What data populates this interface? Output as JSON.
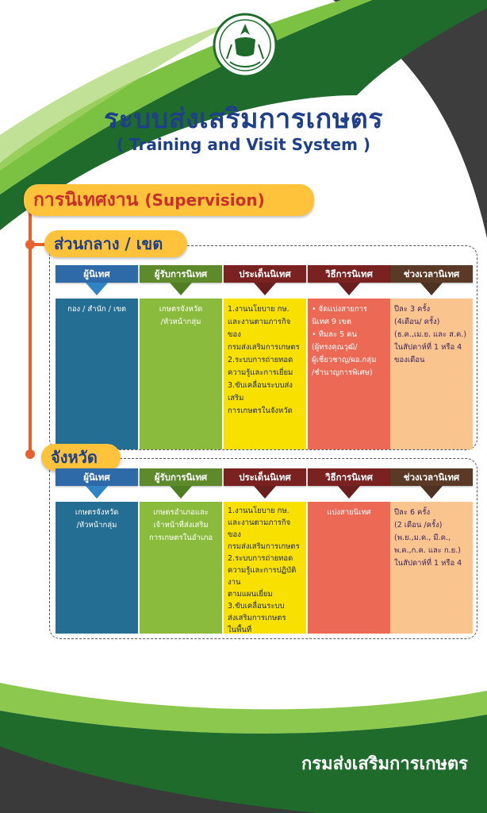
{
  "header": {
    "title_th": "ระบบส่งเสริมการเกษตร",
    "title_en": "( Training and Visit System )"
  },
  "section": {
    "title_th": "การนิเทศงาน",
    "title_en": "(Supervision)"
  },
  "column_headers": [
    "ผู้นิเทศ",
    "ผู้รับการนิเทศ",
    "ประเด็นนิเทศ",
    "วิธีการนิเทศ",
    "ช่วงเวลานิเทศ"
  ],
  "central": {
    "label": "ส่วนกลาง / เขต",
    "supervisor": [
      "กอง / สำนัก / เขต"
    ],
    "supervisee": [
      "เกษตรจังหวัด",
      "/หัวหน้ากลุ่ม"
    ],
    "topics": [
      "1.งานนโยบาย กษ.",
      "และงานตามภารกิจของ",
      "กรมส่งเสริมการเกษตร",
      "2.ระบบการถ่ายทอด",
      "ความรู้และการเยี่ยม",
      "3.ขับเคลื่อนระบบส่งเสริม",
      "การเกษตรในจังหวัด"
    ],
    "methods": [
      "• จัดแบ่งสายการ",
      "นิเทศ 9 เขต",
      "• ทีมละ 5 คน",
      "(ผู้ทรงคุณวุฒิ/",
      "ผู้เชี่ยวชาญ/ผอ.กลุ่ม",
      "/ชำนาญการพิเศษ)"
    ],
    "period": [
      "ปีละ 3 ครั้ง",
      "(4เดือน/ ครั้ง)",
      "(ธ.ค.,เม.ย. และ ส.ค.)",
      "ในสัปดาห์ที่ 1 หรือ 4",
      "ของเดือน"
    ]
  },
  "province": {
    "label": "จังหวัด",
    "supervisor": [
      "เกษตรจังหวัด",
      "/หัวหน้ากลุ่ม"
    ],
    "supervisee": [
      "เกษตรอำเภอและ",
      "เจ้าหน้าที่ส่งเสริม",
      "การเกษตรในอำเภอ"
    ],
    "topics": [
      "1.งานนโยบาย กษ.",
      "และงานตามภารกิจของ",
      "กรมส่งเสริมการเกษตร",
      "2.ระบบการถ่ายทอด",
      "ความรู้และการปฏิบัติงาน",
      "ตามแผนเยี่ยม",
      "3.ขับเคลื่อนระบบ",
      "ส่งเสริมการเกษตร",
      "ในพื้นที่"
    ],
    "methods": [
      "แบ่งสายนิเทศ"
    ],
    "period": [
      "ปีละ 6 ครั้ง",
      "(2 เดือน /ครั้ง)",
      "(พ.ย.,ม.ค., มี.ค.,",
      "พ.ค.,ก.ค. และ ก.ย.)",
      "ในสัปดาห์ที่ 1 หรือ 4"
    ]
  },
  "footer": {
    "org": "กรมส่งเสริมการเกษตร"
  },
  "colors": {
    "dark_green": "#1f6b2a",
    "bright_green": "#5aa82e",
    "dark_gray": "#3a3a3a",
    "navy": "#1e3f8a",
    "orange": "#e8612c",
    "yellow": "#fec33a"
  }
}
